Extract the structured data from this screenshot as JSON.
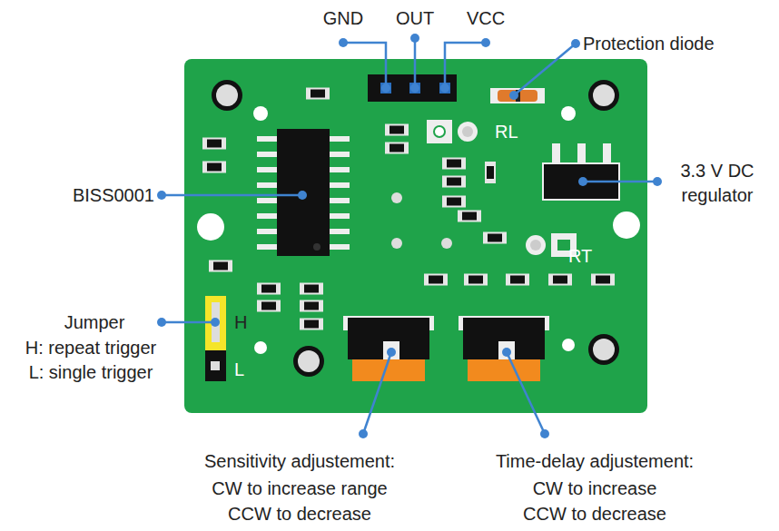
{
  "diagram": {
    "labels": [
      "GND",
      "OUT",
      "VCC",
      "Protection diode",
      "RL",
      "3.3 V DC",
      "regulator",
      "BISS0001",
      "RT",
      "Jumper",
      "H: repeat trigger",
      "L: single trigger",
      "H",
      "L",
      "Sensitivity adjustement:",
      "CW to increase range",
      "CCW to decrease",
      "Time-delay adjustement:",
      "CW to increase",
      "CCW to decrease"
    ]
  }
}
